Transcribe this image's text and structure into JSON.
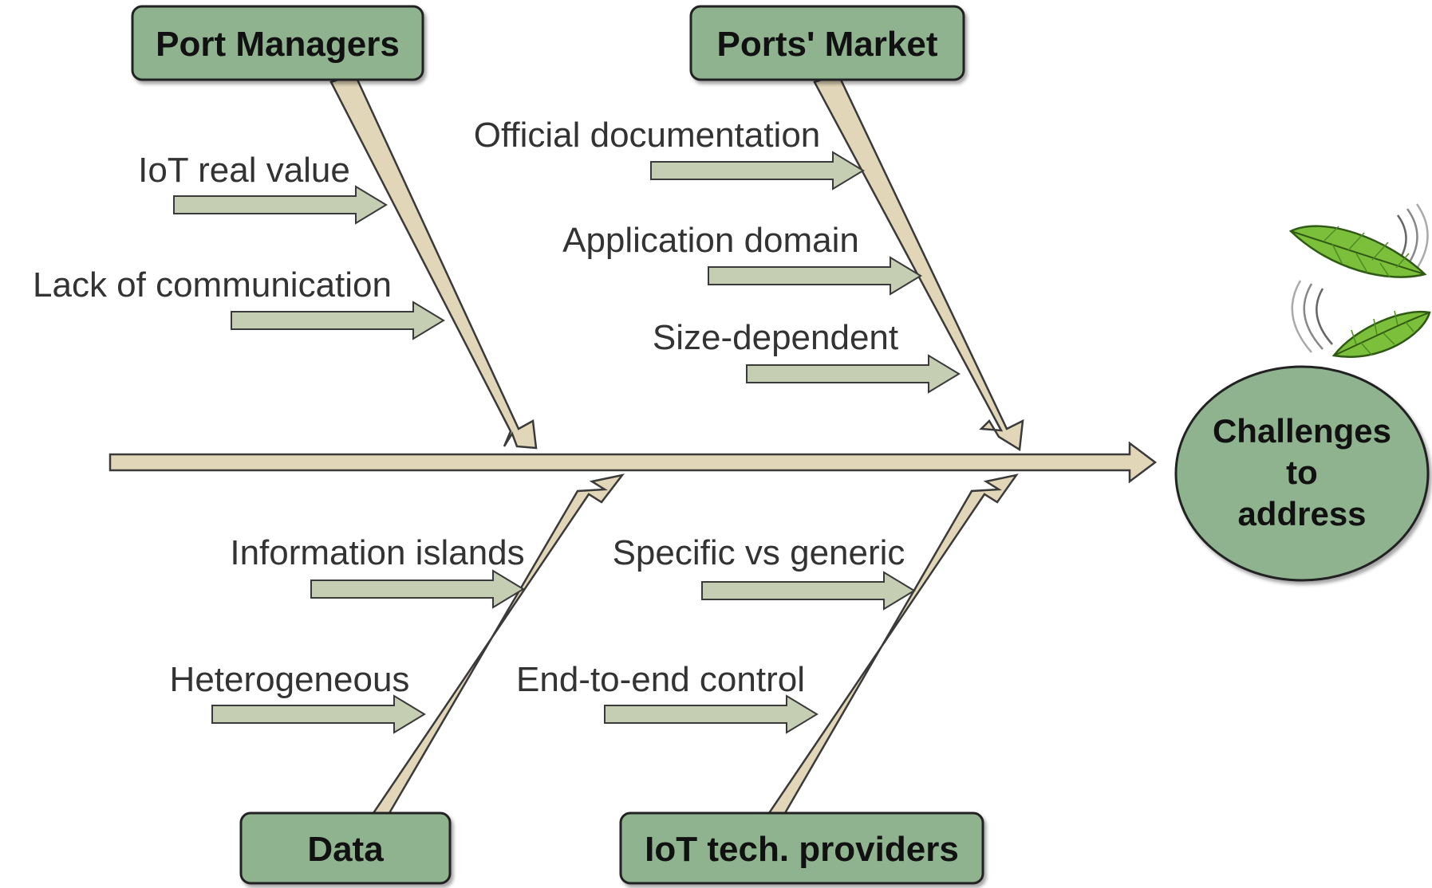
{
  "diagram": {
    "type": "fishbone",
    "effect": {
      "lines": [
        "Challenges",
        "to",
        "address"
      ]
    },
    "categories": {
      "top_left": {
        "label": "Port Managers",
        "causes": [
          "IoT real value",
          "Lack of communication"
        ]
      },
      "top_right": {
        "label": "Ports' Market",
        "causes": [
          "Official documentation",
          "Application domain",
          "Size-dependent"
        ]
      },
      "bottom_left": {
        "label": "Data",
        "causes": [
          "Information islands",
          "Heterogeneous"
        ]
      },
      "bottom_right": {
        "label": "IoT tech. providers",
        "causes": [
          "Specific vs generic",
          "End-to-end control"
        ]
      }
    },
    "decoration": {
      "icon": "leaves-icon"
    },
    "colors": {
      "category_box": "#8fb38f",
      "bone": "#e2d6b8",
      "cause_arrow": "#c5ceb2",
      "effect_circle": "#8fb38f",
      "stroke": "#333333"
    }
  }
}
